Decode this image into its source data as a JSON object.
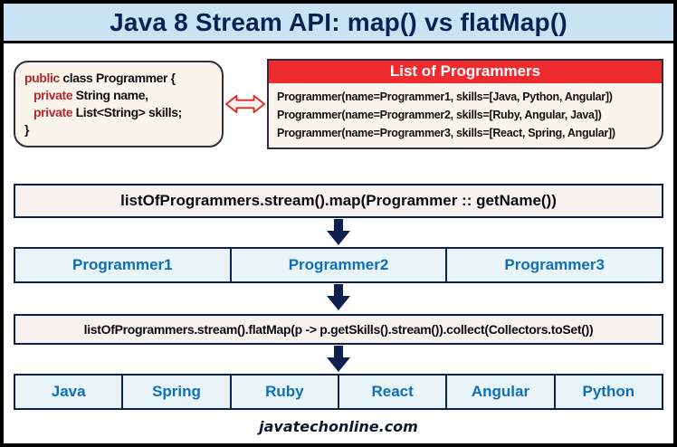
{
  "title": "Java 8 Stream API: map() vs flatMap()",
  "code_box": {
    "lines": [
      {
        "keyword": "public",
        "rest": " class Programmer {"
      },
      {
        "keyword": "private",
        "rest": " String name,"
      },
      {
        "keyword": "private",
        "rest": " List<String> skills;"
      },
      {
        "keyword": "",
        "rest": "}"
      }
    ]
  },
  "list_box": {
    "header": "List of Programmers",
    "rows": [
      "Programmer(name=Programmer1, skills=[Java, Python, Angular])",
      "Programmer(name=Programmer2, skills=[Ruby, Angular, Java])",
      "Programmer(name=Programmer3, skills=[React, Spring, Angular])"
    ]
  },
  "map_section": {
    "expression": "listOfProgrammers.stream().map(Programmer :: getName())",
    "result": [
      "Programmer1",
      "Programmer2",
      "Programmer3"
    ]
  },
  "flatmap_section": {
    "expression": "listOfProgrammers.stream().flatMap(p -> p.getSkills().stream()).collect(Collectors.toSet())",
    "result": [
      "Java",
      "Spring",
      "Ruby",
      "React",
      "Angular",
      "Python"
    ]
  },
  "footer": "javatechonline.com",
  "icons": {
    "exchange_arrow": "left-right-arrow",
    "down_arrow": "down-arrow"
  },
  "colors": {
    "title_bg": "#c9e3f5",
    "title_text": "#0a2155",
    "navy": "#0d2050",
    "red_header": "#ee2b2f",
    "keyword_red": "#b3282d",
    "cream_box": "#faf4ec",
    "expr_box_bg": "#f8f2ef",
    "cell_bg": "#e8f4f8",
    "cell_text": "#0e6eb8"
  }
}
